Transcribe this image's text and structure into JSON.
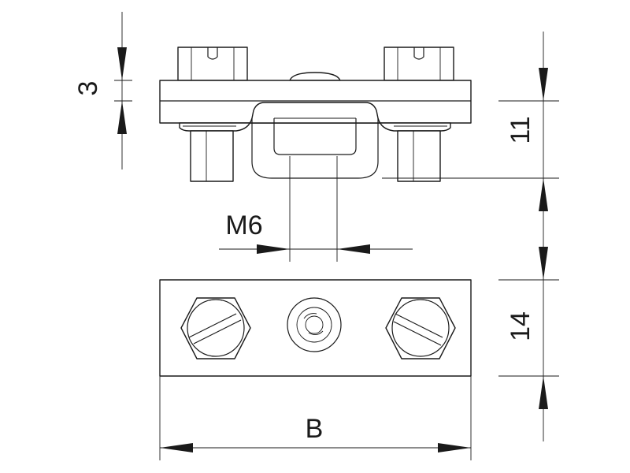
{
  "drawing": {
    "line_color": "#1a1a1a",
    "background": "#ffffff",
    "dimensions": {
      "plate_thickness": "3",
      "height_side": "11",
      "thread": "M6",
      "depth": "14",
      "width": "B"
    }
  }
}
